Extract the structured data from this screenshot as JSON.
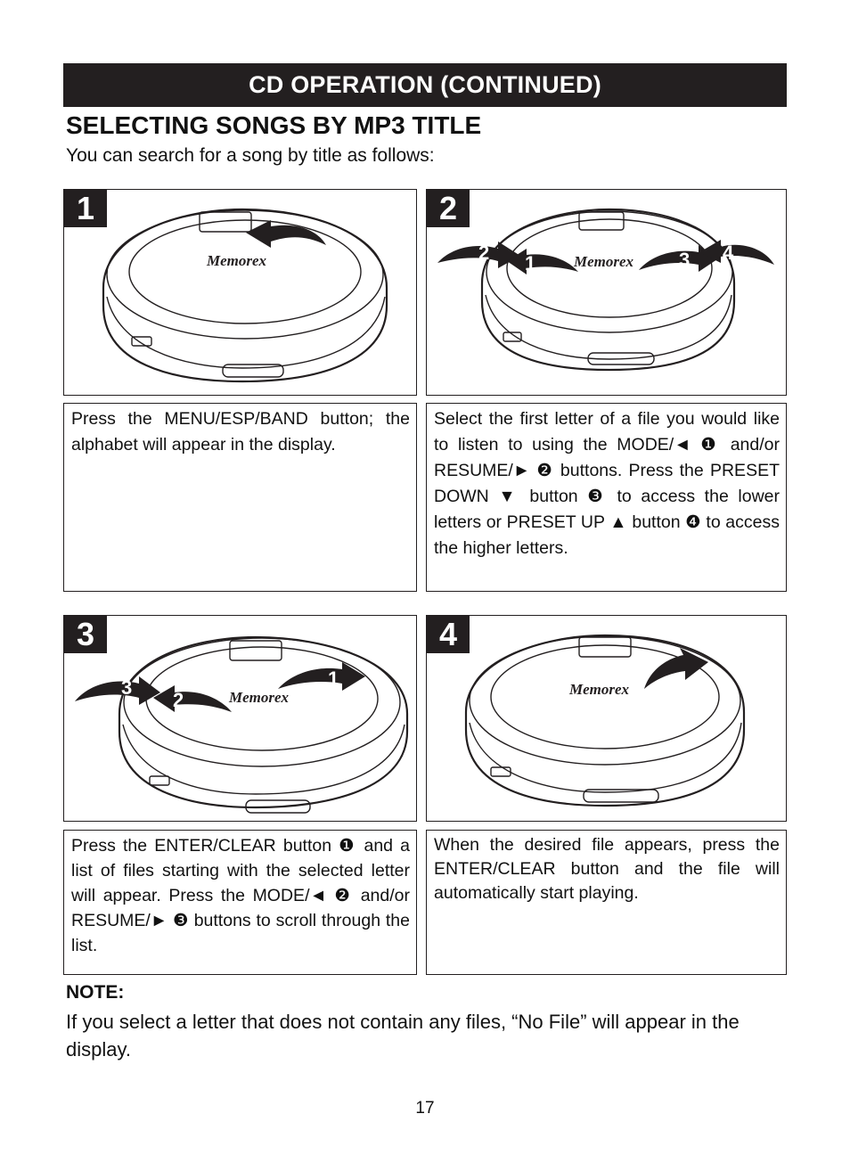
{
  "header": {
    "banner": "CD OPERATION (CONTINUED)"
  },
  "section": {
    "title": "SELECTING SONGS BY MP3 TITLE",
    "intro": "You can search for a song by title as follows:"
  },
  "steps": [
    {
      "number": "1",
      "logo": "Memorex",
      "text": "Press the MENU/ESP/BAND button; the alphabet will appear in the display."
    },
    {
      "number": "2",
      "logo": "Memorex",
      "callouts": [
        "1",
        "2",
        "3",
        "4"
      ],
      "text": "Select the first letter of a file you would like to listen to using the MODE/◄ ❶ and/or RESUME/► ❷ buttons. Press the PRESET DOWN ▼ button ❸ to access the lower letters or PRESET UP ▲ button ❹ to access the higher letters."
    },
    {
      "number": "3",
      "logo": "Memorex",
      "callouts": [
        "1",
        "2",
        "3"
      ],
      "text": "Press the ENTER/CLEAR button ❶ and a list of files starting with the selected letter will appear. Press the MODE/◄ ❷ and/or RESUME/► ❸ buttons to scroll through the list."
    },
    {
      "number": "4",
      "logo": "Memorex",
      "text": "When the desired file appears, press the ENTER/CLEAR button and the file will automatically start playing."
    }
  ],
  "note": {
    "label": "NOTE:",
    "text": "If you select a letter that does not contain any files, “No File” will appear in the display."
  },
  "page_number": "17"
}
